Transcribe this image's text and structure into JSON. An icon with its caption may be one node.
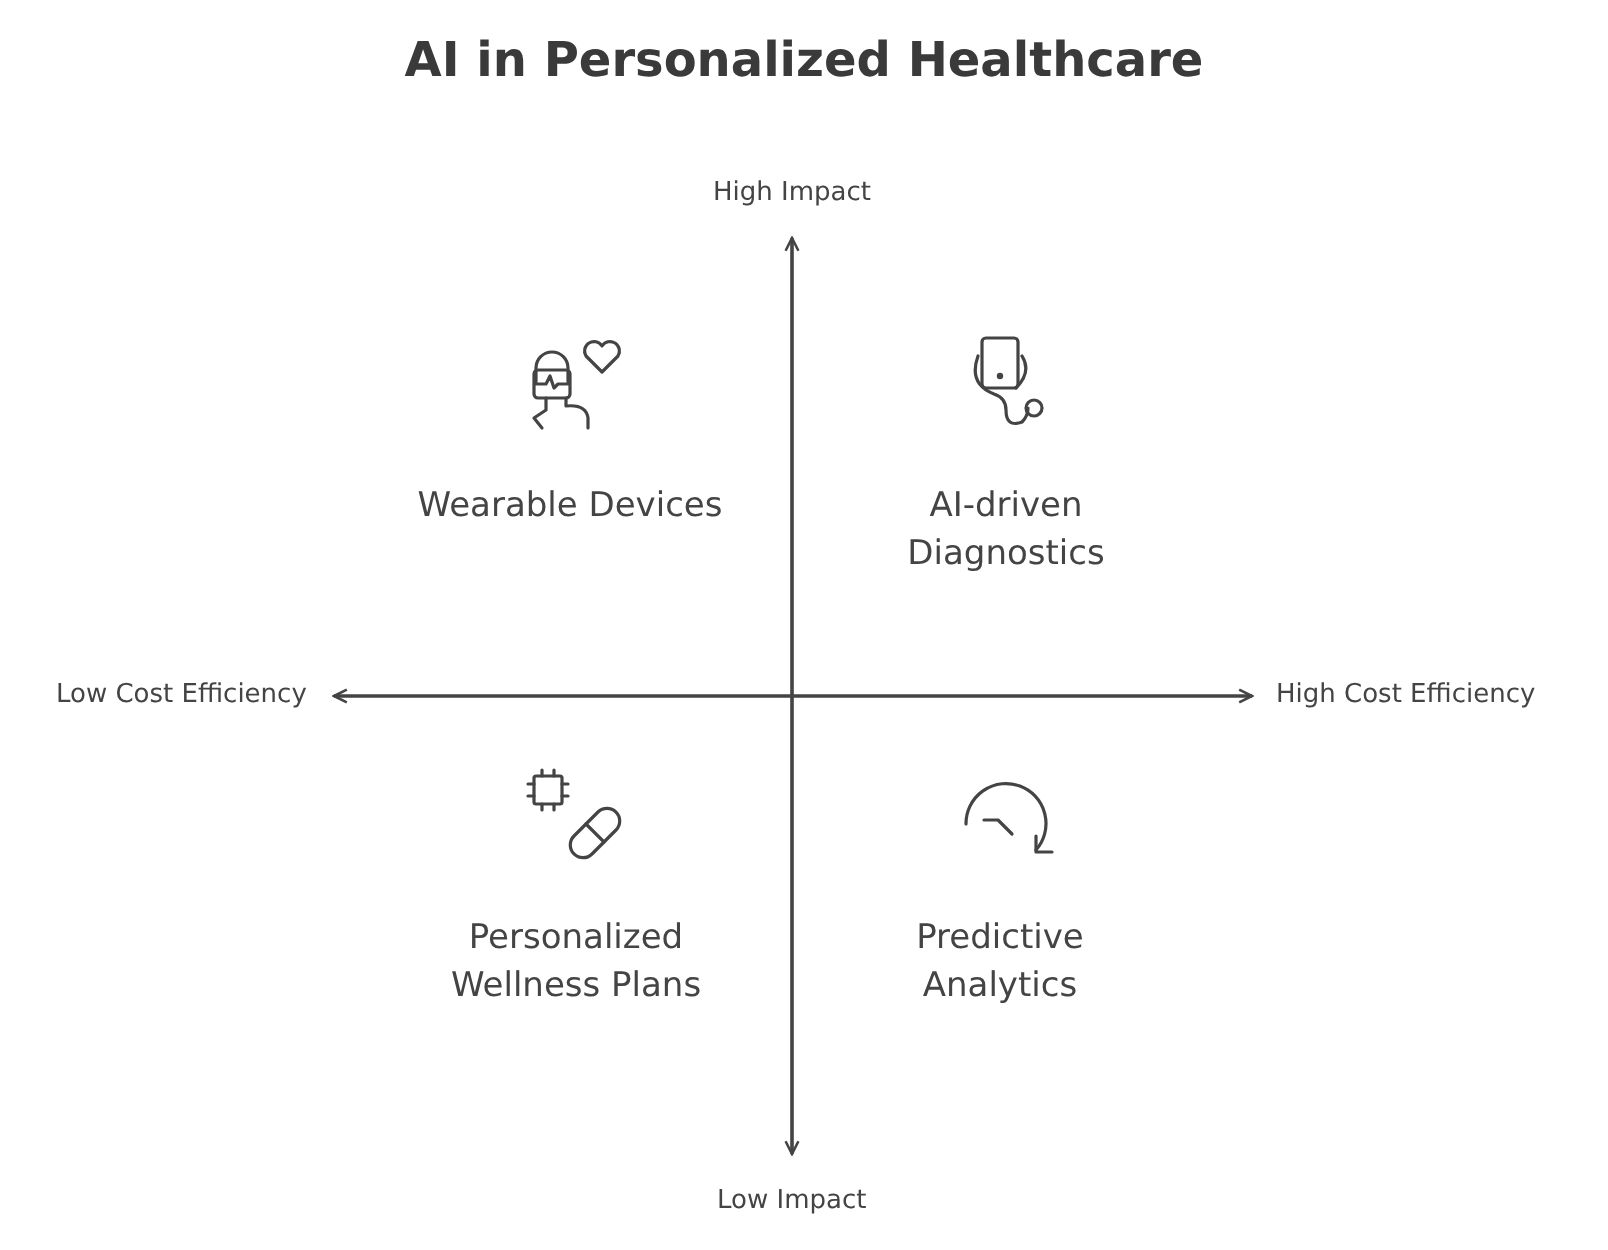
{
  "diagram": {
    "title": "AI in Personalized Healthcare",
    "labels": [
      "High Impact",
      "Wearable Devices",
      "AI-driven Diagnostics",
      "Low Cost Efficiency",
      "High Cost Efficiency",
      "Personalized Wellness Plans",
      "Predictive Analytics",
      "Low Impact"
    ]
  }
}
